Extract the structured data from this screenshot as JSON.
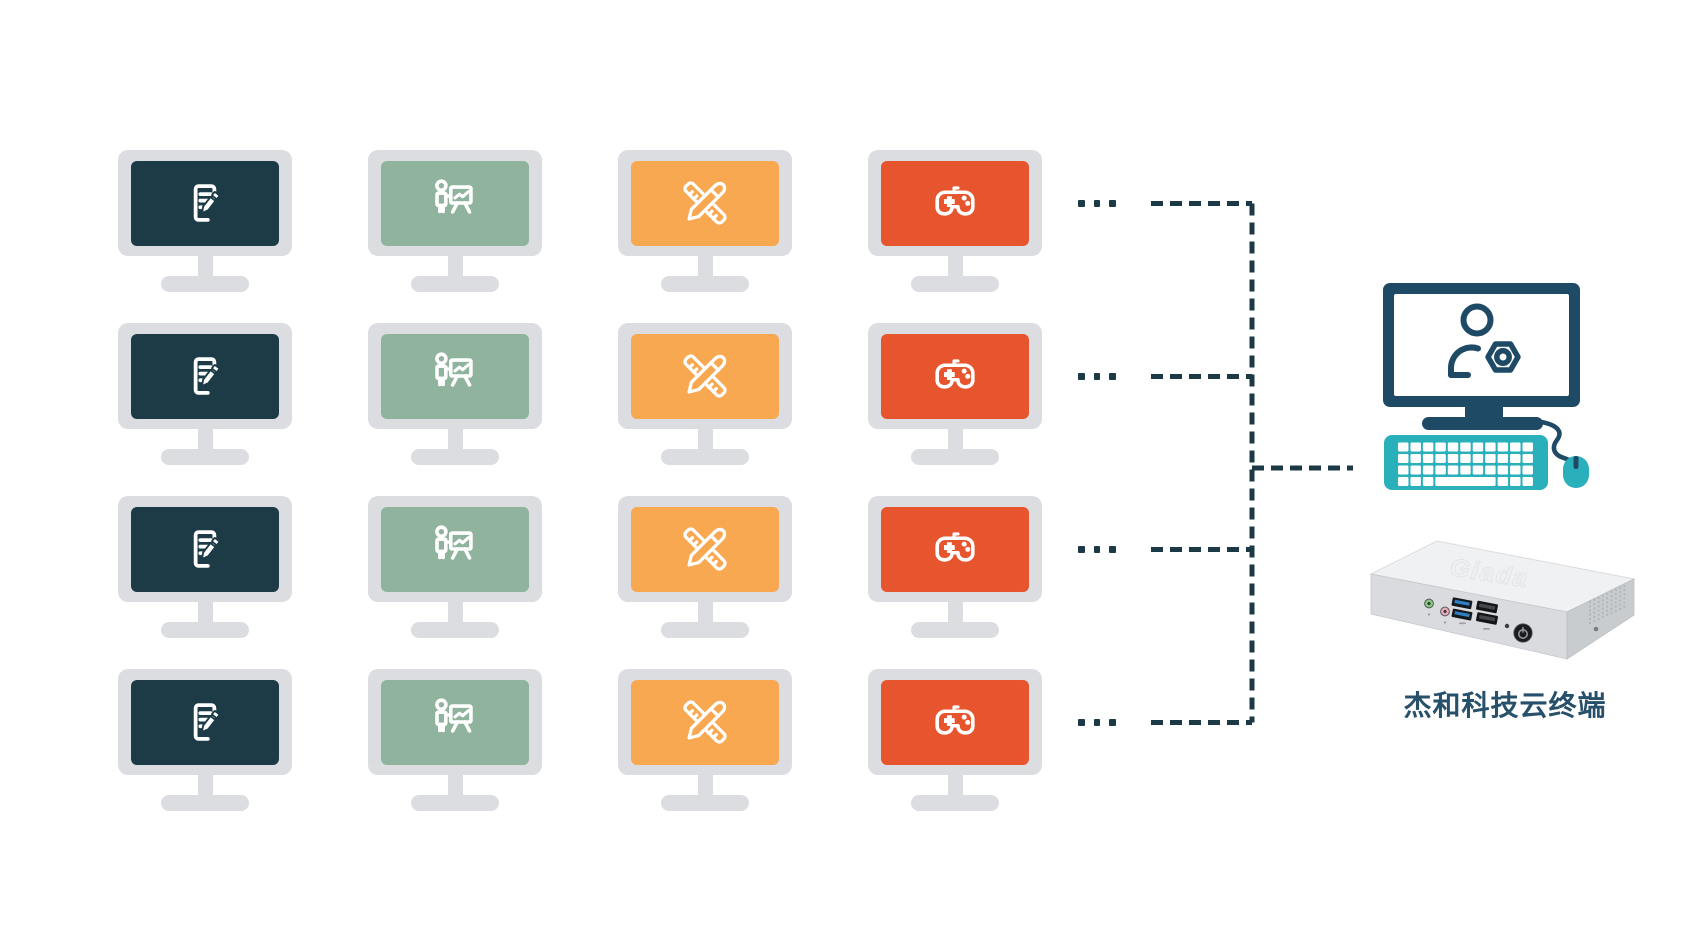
{
  "colors": {
    "background": "#ffffff",
    "bezel": "#dcdde0",
    "connector": "#1c3a45",
    "client_navy": "#1f4a66",
    "client_teal": "#29b0ba",
    "label_navy": "#27506b"
  },
  "monitor_grid": {
    "rows": 4,
    "ellipsis_text": "...",
    "columns": [
      {
        "id": "documents",
        "icon": "document-edit-icon",
        "screen_color": "#1d3b47"
      },
      {
        "id": "presentation",
        "icon": "presentation-chart-icon",
        "screen_color": "#8fb39c"
      },
      {
        "id": "design",
        "icon": "ruler-pencil-icon",
        "screen_color": "#f8a851"
      },
      {
        "id": "gaming",
        "icon": "gamepad-icon",
        "screen_color": "#e6552e"
      }
    ]
  },
  "connections": {
    "style": "dashed"
  },
  "client": {
    "label": "杰和科技云终端",
    "screen_icon": "user-gear-icon",
    "device_logo": "Giada"
  }
}
